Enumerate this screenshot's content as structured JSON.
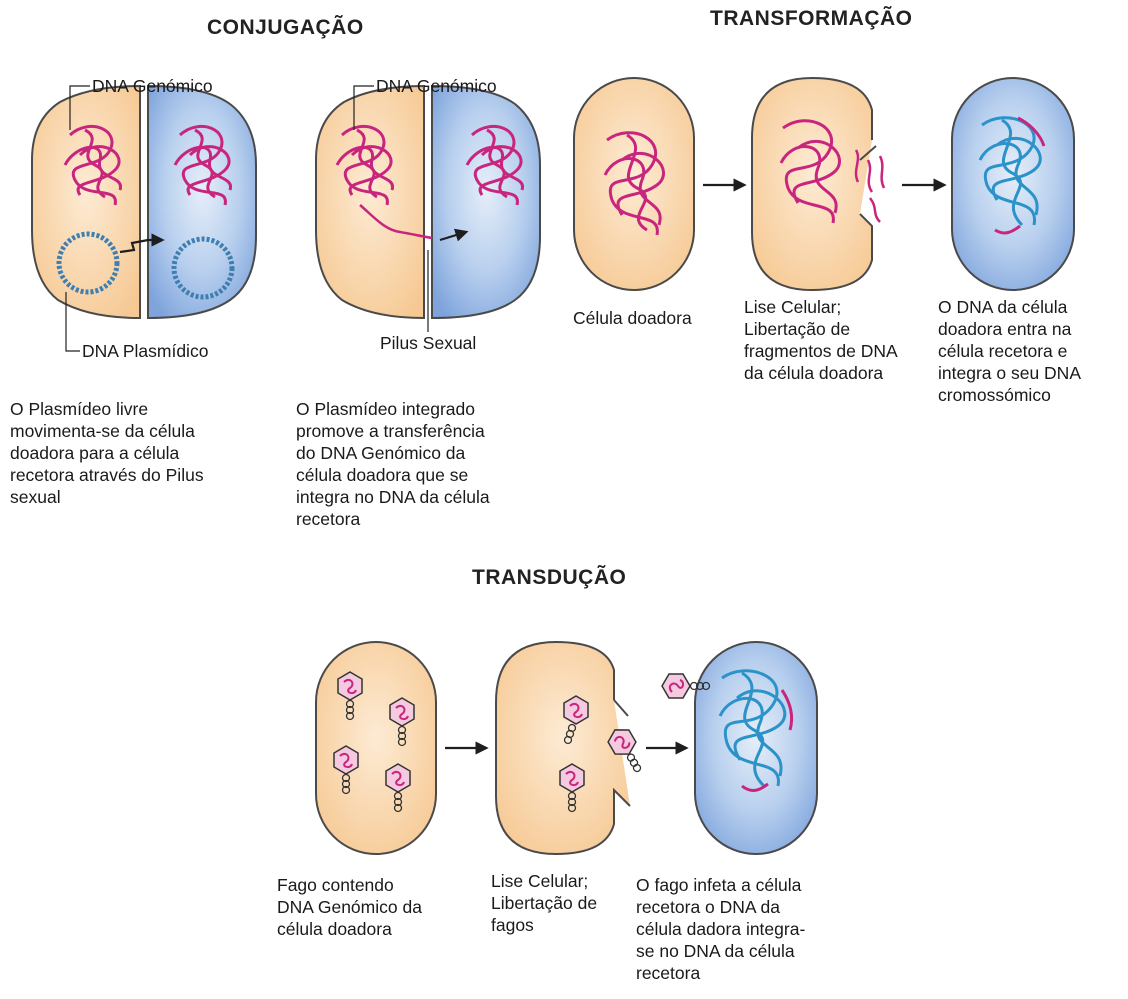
{
  "headings": {
    "conjugacao": "CONJUGAÇÃO",
    "transformacao": "TRANSFORMAÇÃO",
    "transducao": "TRANSDUÇÃO"
  },
  "conjugation": {
    "panel1": {
      "label_genomic": "DNA Genómico",
      "label_plasmid": "DNA Plasmídico",
      "caption": "O Plasmídeo livre\nmovimenta-se da célula\ndoadora para a célula\nrecetora através do Pilus\nsexual"
    },
    "panel2": {
      "label_genomic": "DNA Genómico",
      "label_pilus": "Pilus Sexual",
      "caption": "O Plasmídeo integrado\npromove a transferência\ndo DNA Genómico da\ncélula doadora que se\nintegra no DNA da célula\nrecetora"
    }
  },
  "transformation": {
    "caption_donor": "Célula doadora",
    "caption_lysis": "Lise Celular;\nLibertação de\nfragmentos de DNA\nda célula doadora",
    "caption_recipient": "O DNA da célula\ndoadora entra na\ncélula recetora e\nintegra o seu DNA\ncromossómico"
  },
  "transduction": {
    "caption_phage": "Fago contendo\nDNA Genómico da\ncélula doadora",
    "caption_lysis": "Lise Celular;\nLibertação de\nfagos",
    "caption_infection": "O fago infeta a célula\nrecetora o DNA da\ncélula dadora integra-\nse no DNA da célula\nrecetora"
  },
  "colors": {
    "donor_fill": "#fad9b0",
    "recipient_fill": "#a9c7ec",
    "cell_outline": "#4a4a4a",
    "donor_dna": "#c8267e",
    "recipient_dna": "#2b93c9",
    "plasmid": "#3f7fb0",
    "arrow": "#1e1e1e"
  },
  "icons": {
    "process_arrow": "right-arrow-icon",
    "phage": "bacteriophage-icon",
    "dna_coil": "dna-coil-icon",
    "plasmid_ring": "plasmid-ring-icon"
  }
}
